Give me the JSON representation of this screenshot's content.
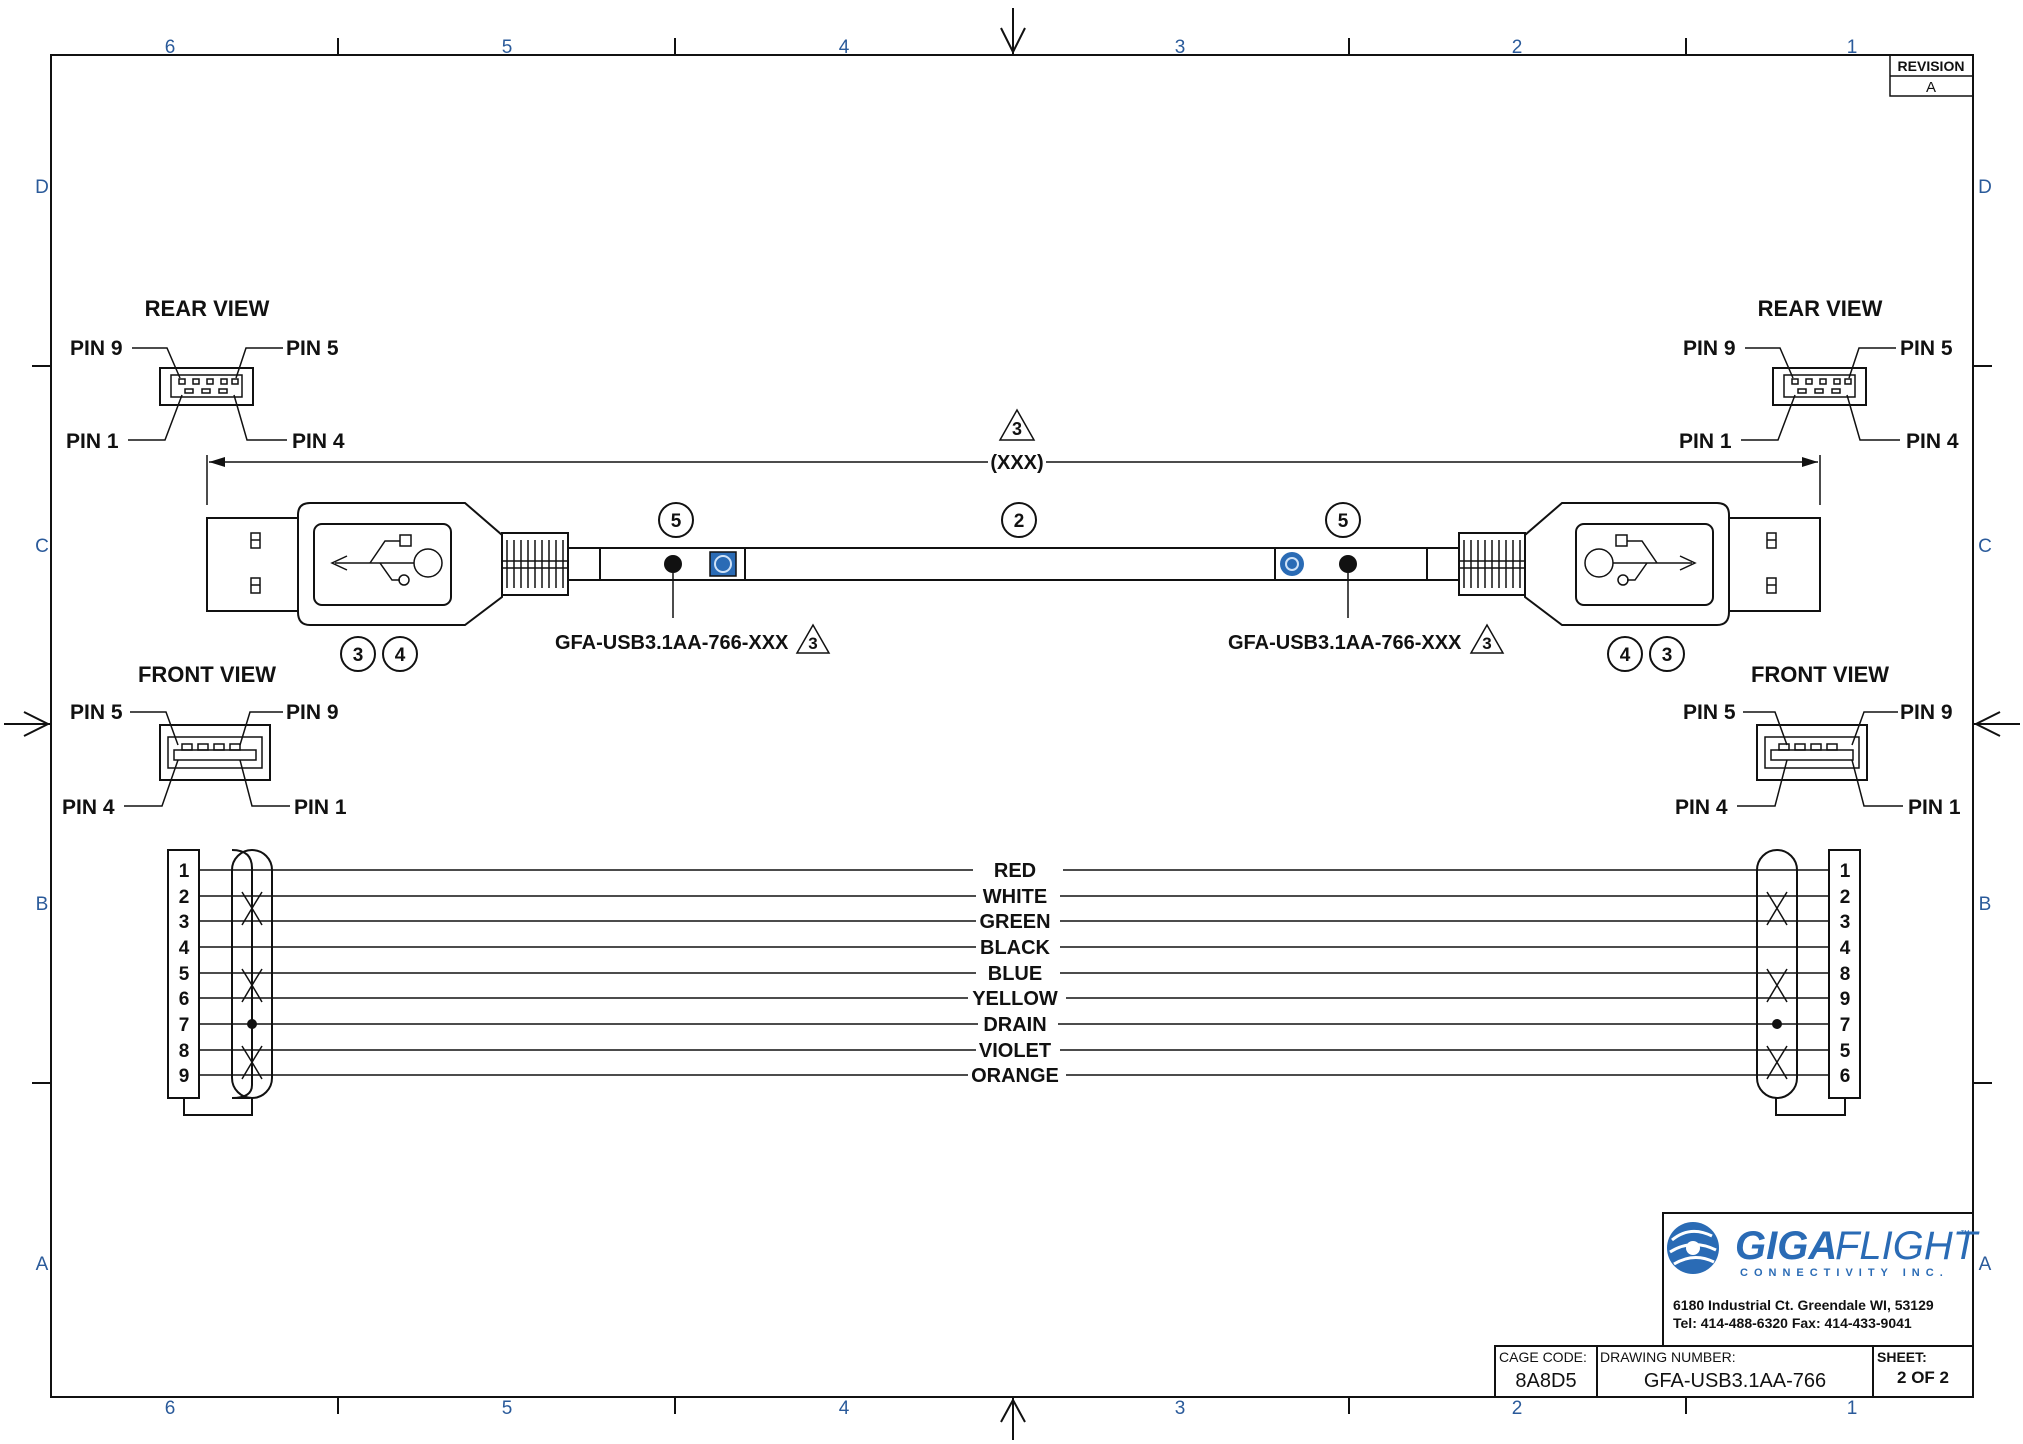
{
  "grid": {
    "columns": [
      "6",
      "5",
      "4",
      "3",
      "2",
      "1"
    ],
    "rows": [
      "D",
      "C",
      "B",
      "A"
    ]
  },
  "revision": {
    "label": "REVISION",
    "value": "A"
  },
  "connector_views": {
    "rear_view_label": "REAR VIEW",
    "front_view_label": "FRONT VIEW",
    "pin1": "PIN 1",
    "pin4": "PIN 4",
    "pin5": "PIN 5",
    "pin9": "PIN 9"
  },
  "cable": {
    "length": "(XXX)",
    "note_triangle": "3",
    "balloons": {
      "cable": "2",
      "label_marker": "5",
      "a": "3",
      "b": "4"
    },
    "part_label": "GFA-USB3.1AA-766-XXX"
  },
  "wiring": {
    "left_pins": [
      "1",
      "2",
      "3",
      "4",
      "5",
      "6",
      "7",
      "8",
      "9"
    ],
    "right_pins": [
      "1",
      "2",
      "3",
      "4",
      "8",
      "9",
      "7",
      "5",
      "6"
    ],
    "colors": [
      "RED",
      "WHITE",
      "GREEN",
      "BLACK",
      "BLUE",
      "YELLOW",
      "DRAIN",
      "VIOLET",
      "ORANGE"
    ]
  },
  "title_block": {
    "logo_text_a": "GIGA",
    "logo_text_b": "FLIGHT",
    "logo_tm": "™",
    "logo_sub": "CONNECTIVITY INC.",
    "address": "6180 Industrial Ct. Greendale WI, 53129",
    "phone": "Tel: 414-488-6320 Fax: 414-433-9041",
    "cage_code_label": "CAGE CODE:",
    "cage_code": "8A8D5",
    "drawing_number_label": "DRAWING NUMBER:",
    "drawing_number": "GFA-USB3.1AA-766",
    "sheet_label": "SHEET:",
    "sheet": "2 OF 2"
  },
  "colors": {
    "accent_blue": "#2a6bb5",
    "ink": "#111111",
    "grid_blue": "#2a5a9a"
  }
}
